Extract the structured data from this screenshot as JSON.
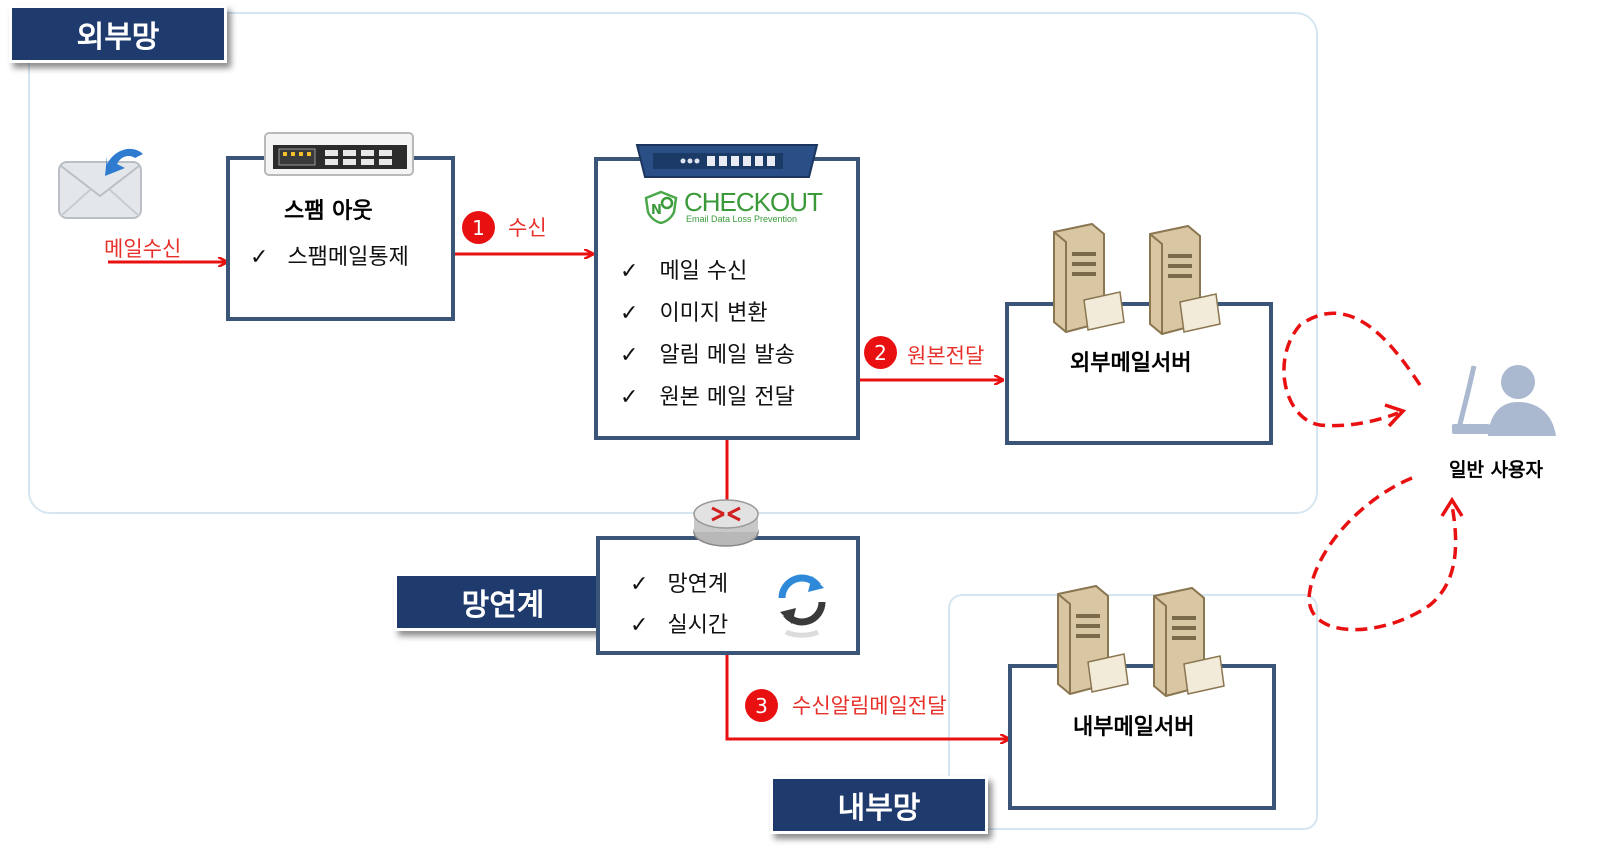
{
  "zones": {
    "external": "외부망",
    "internal": "내부망",
    "link": "망연계"
  },
  "spam": {
    "title": "스팸 아웃",
    "items": [
      "스팸메일통제"
    ]
  },
  "checkout": {
    "logo_main": "CHECKOUT",
    "logo_sub": "Email Data Loss Prevention",
    "items": [
      "메일 수신",
      "이미지 변환",
      "알림 메일 발송",
      "원본 메일 전달"
    ]
  },
  "link_box": {
    "items": [
      "망연계",
      "실시간"
    ]
  },
  "servers": {
    "external": "외부메일서버",
    "internal": "내부메일서버"
  },
  "user": {
    "label": "일반 사용자"
  },
  "flows": {
    "incoming": "메일수신",
    "step1": {
      "num": "1",
      "label": "수신"
    },
    "step2": {
      "num": "2",
      "label": "원본전달"
    },
    "step3": {
      "num": "3",
      "label": "수신알림메일전달"
    }
  },
  "checkmark": "✓",
  "colors": {
    "navy": "#1f3b6e",
    "box_border": "#3b5578",
    "flow_red": "#e8302b"
  }
}
